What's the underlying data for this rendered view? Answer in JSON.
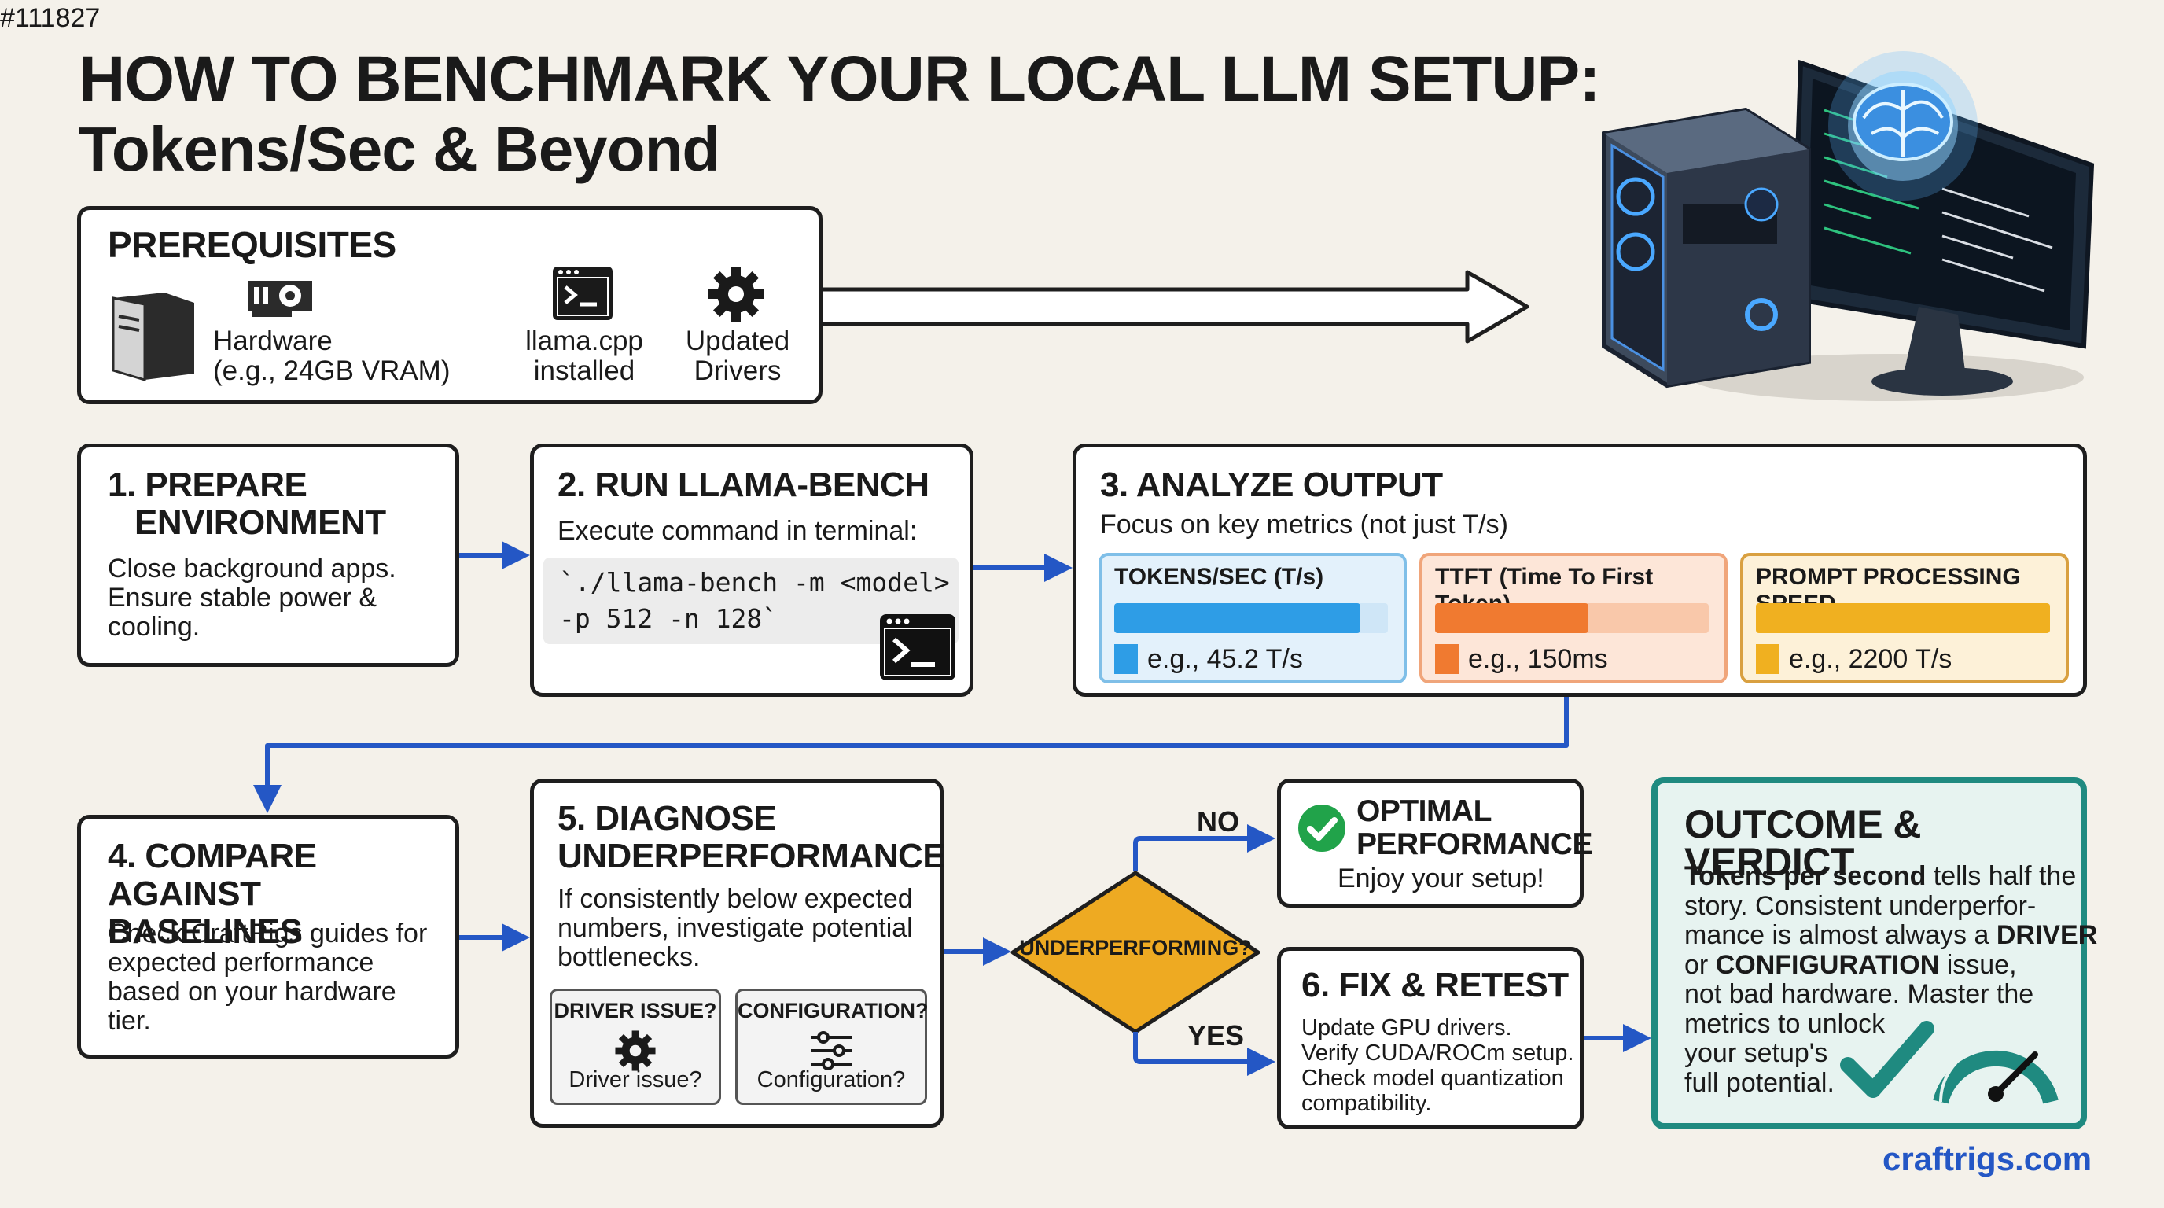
{
  "image_id": "#111827",
  "title": {
    "line1": "HOW TO BENCHMARK YOUR LOCAL LLM SETUP:",
    "line2": "Tokens/Sec & Beyond"
  },
  "prerequisites": {
    "heading": "PREREQUISITES",
    "items": [
      {
        "icon": "gpu-card-icon",
        "label_line1": "Hardware",
        "label_line2": "(e.g., 24GB VRAM)"
      },
      {
        "icon": "terminal-icon",
        "label_line1": "llama.cpp",
        "label_line2": "installed"
      },
      {
        "icon": "gear-icon",
        "label_line1": "Updated",
        "label_line2": "Drivers"
      }
    ]
  },
  "step1": {
    "heading_line1": "1. PREPARE",
    "heading_line2": "ENVIRONMENT",
    "body": [
      "Close background apps.",
      "Ensure stable power &",
      "cooling."
    ]
  },
  "step2": {
    "heading": "2. RUN LLAMA-BENCH",
    "body": "Execute command in terminal:",
    "code_line1": "`./llama-bench -m <model>",
    "code_line2": "-p 512 -n 128`"
  },
  "step3": {
    "heading": "3. ANALYZE OUTPUT",
    "body": "Focus on key metrics (not just T/s)",
    "metrics": [
      {
        "title": "TOKENS/SEC (T/s)",
        "example": "e.g., 45.2 T/s",
        "fill": 0.9,
        "color": "#2e9de6",
        "bg": "#e3f1fb",
        "border": "#7fbfe8",
        "track": "#cfe6f7"
      },
      {
        "title": "TTFT (Time To First Token)",
        "example": "e.g., 150ms",
        "fill": 0.56,
        "color": "#f07a30",
        "bg": "#fde6d8",
        "border": "#f0a57a",
        "track": "#f9c8aa"
      },
      {
        "title": "PROMPT PROCESSING SPEED",
        "example": "e.g., 2200 T/s",
        "fill": 1.0,
        "color": "#f0b020",
        "bg": "#fdf1d8",
        "border": "#d9a040",
        "track": "#f6dc9a"
      }
    ]
  },
  "step4": {
    "heading_line1": "4. COMPARE AGAINST",
    "heading_line2": "BASELINES",
    "body": [
      "Check CraftRigs guides for",
      "expected performance",
      "based on your hardware",
      "tier."
    ]
  },
  "step5": {
    "heading_line1": "5. DIAGNOSE",
    "heading_line2": "UNDERPERFORMANCE",
    "body": [
      "If consistently below expected",
      "numbers, investigate potential",
      "bottlenecks."
    ],
    "driver_title": "DRIVER ISSUE?",
    "driver_label": "Driver issue?",
    "config_title": "CONFIGURATION?",
    "config_label": "Configuration?"
  },
  "decision": {
    "label": "UNDERPERFORMING?",
    "no": "NO",
    "yes": "YES",
    "color": "#eeaa22"
  },
  "optimal": {
    "heading_line1": "OPTIMAL",
    "heading_line2": "PERFORMANCE",
    "body": "Enjoy your setup!"
  },
  "step6": {
    "heading": "6. FIX & RETEST",
    "body": [
      "Update GPU drivers.",
      "Verify CUDA/ROCm setup.",
      "Check model quantization",
      "compatibility."
    ]
  },
  "outcome": {
    "heading": "OUTCOME & VERDICT",
    "line1_bold": "Tokens per second",
    "line1_rest": " tells half the",
    "line2": "story. Consistent underperfor-",
    "line3_pre": "mance is almost always a ",
    "line3_bold": "DRIVER",
    "line4_pre": "or ",
    "line4_bold": "CONFIGURATION",
    "line4_rest": " issue,",
    "line5": "not bad hardware. Master the",
    "line6": "metrics to unlock",
    "line7": "your setup's",
    "line8": "full potential."
  },
  "footer": {
    "site": "craftrigs.com"
  },
  "colors": {
    "accent_blue": "#2457c5",
    "teal": "#1f8a80",
    "teal_bg": "#e7f3f0",
    "green": "#21a34a"
  }
}
